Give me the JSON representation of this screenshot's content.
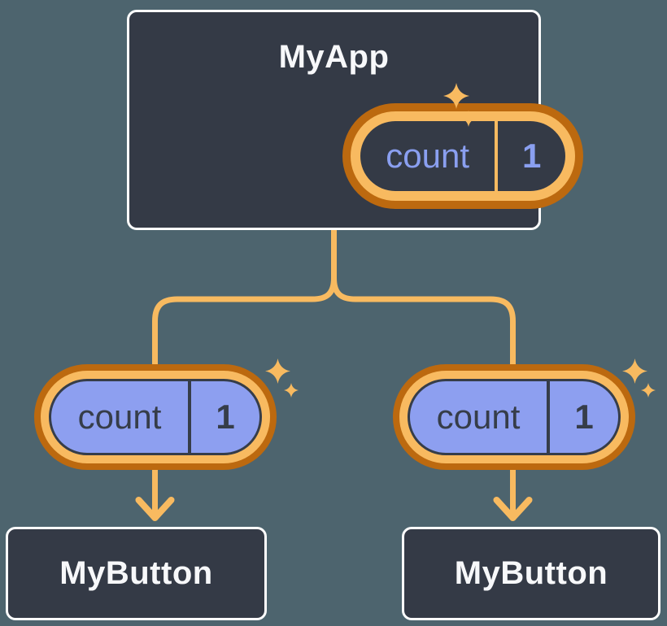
{
  "diagram": {
    "tree": {
      "root": {
        "label": "MyApp",
        "state": {
          "key": "count",
          "value": "1"
        }
      },
      "children": [
        {
          "label": "MyButton",
          "state": {
            "key": "count",
            "value": "1"
          }
        },
        {
          "label": "MyButton",
          "state": {
            "key": "count",
            "value": "1"
          }
        }
      ]
    }
  },
  "colors": {
    "bg": "#4d646e",
    "node-fill": "#343a46",
    "node-border": "#ffffff",
    "node-text": "#f7f8fa",
    "orange-light": "#f8ba60",
    "orange-dark": "#bc690f",
    "purple-fill": "#8d9ff0",
    "purple-text": "#8a9ff0",
    "slate-dark": "#363d49"
  }
}
